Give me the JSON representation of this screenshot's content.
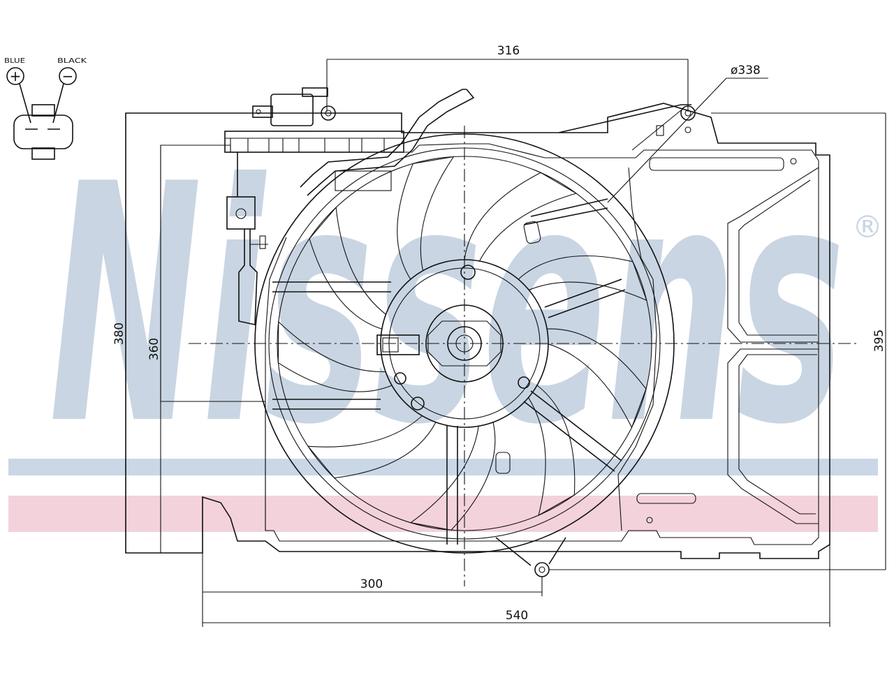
{
  "watermark": {
    "brand": "Nissens",
    "registered": "®",
    "color": "#c9d5e3",
    "stripe_blue": "#c9d7e6",
    "stripe_pink": "#f3d2dc"
  },
  "connector": {
    "plus_label": "BLUE",
    "minus_label": "BLACK",
    "plus_symbol": "+",
    "minus_symbol": "−"
  },
  "dimensions": {
    "top_mount": "316",
    "fan_diameter": "ø338",
    "left_outer_height": "380",
    "left_inner_height": "360",
    "right_height": "395",
    "bottom_mount": "300",
    "overall_width": "540"
  },
  "fan": {
    "blades": 9
  }
}
